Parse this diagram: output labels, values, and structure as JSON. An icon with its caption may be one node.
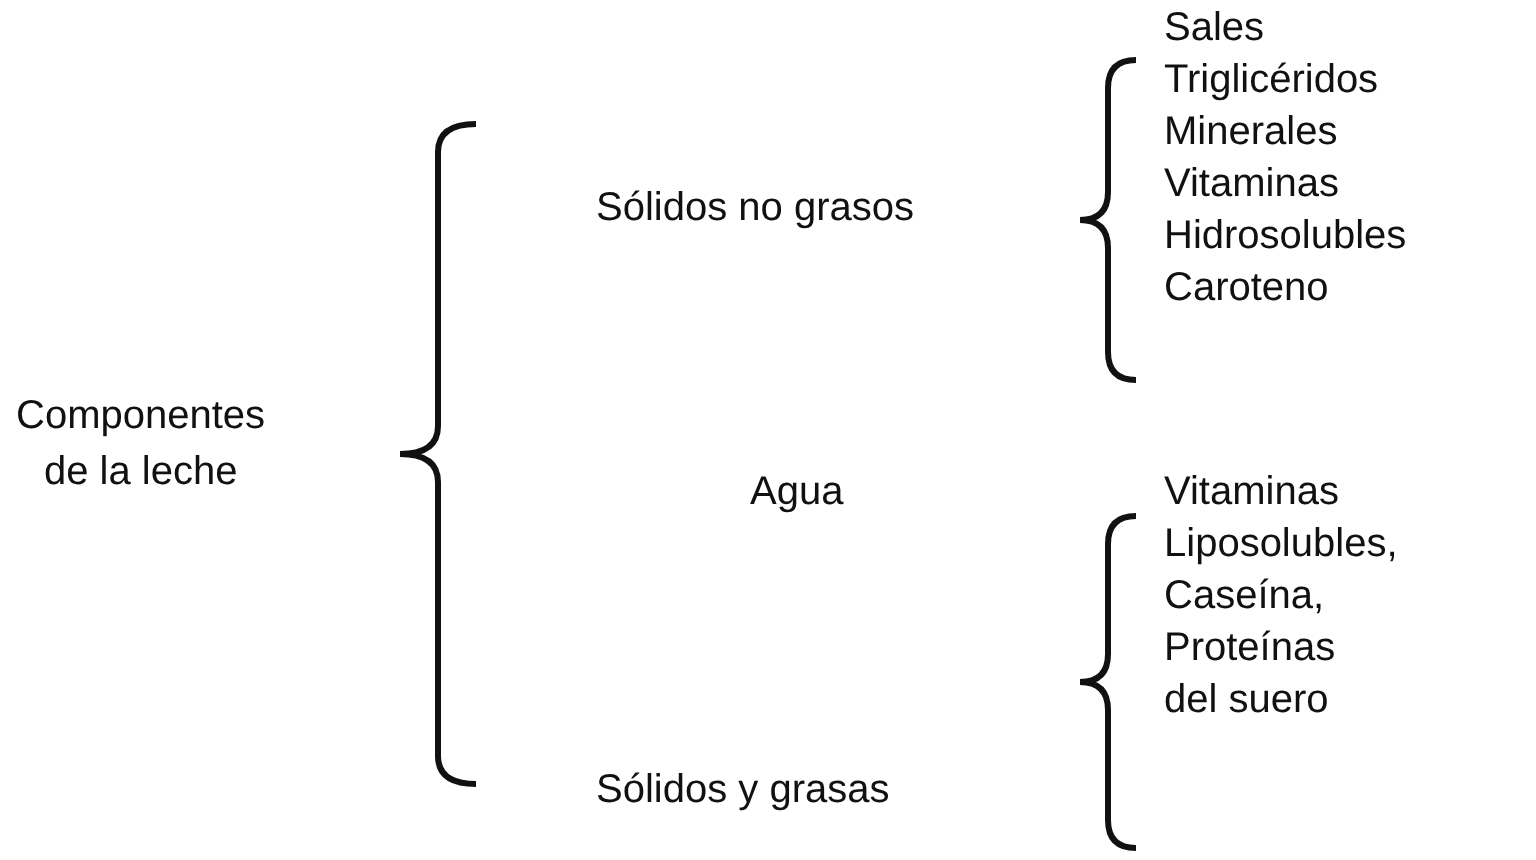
{
  "diagram": {
    "labels": [
      "Componentes",
      "de la leche",
      "Sólidos no grasos",
      "Agua",
      "Sólidos y grasas",
      "Sales",
      "Triglicéridos",
      "Minerales",
      "Vitaminas",
      "Hidrosolubles",
      "Caroteno",
      "Vitaminas",
      "Liposolubles,",
      "Caseína,",
      "Proteínas",
      "del suero"
    ]
  }
}
